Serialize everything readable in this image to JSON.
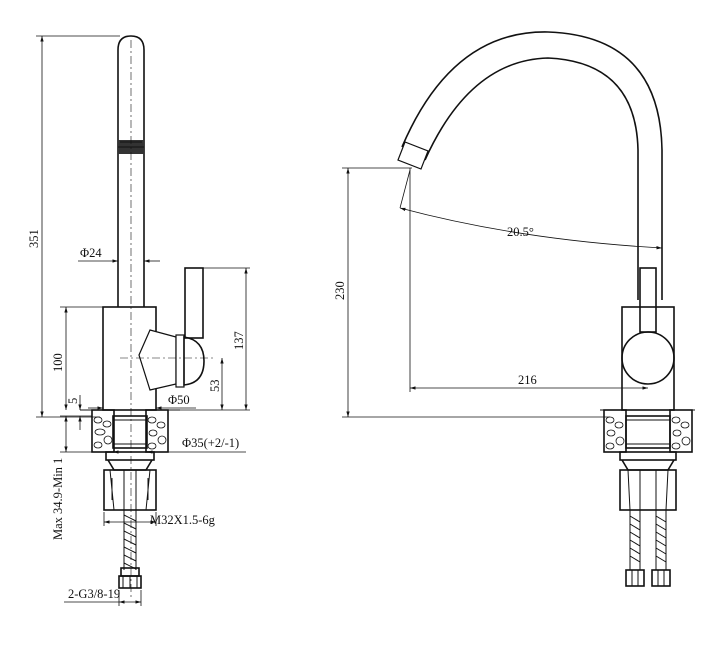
{
  "labels": {
    "height_351": "351",
    "dia_24": "Φ24",
    "height_100": "100",
    "height_137": "137",
    "height_53": "53",
    "dia_50": "Φ50",
    "dim_5": "5",
    "hole_35": "Φ35(+2/-1)",
    "thickness_range": "Max 34.9-Min 1",
    "thread_m32": "M32X1.5-6g",
    "hose_g38": "2-G3/8-19",
    "height_230": "230",
    "angle_20_5": "20.5°",
    "reach_216": "216"
  }
}
